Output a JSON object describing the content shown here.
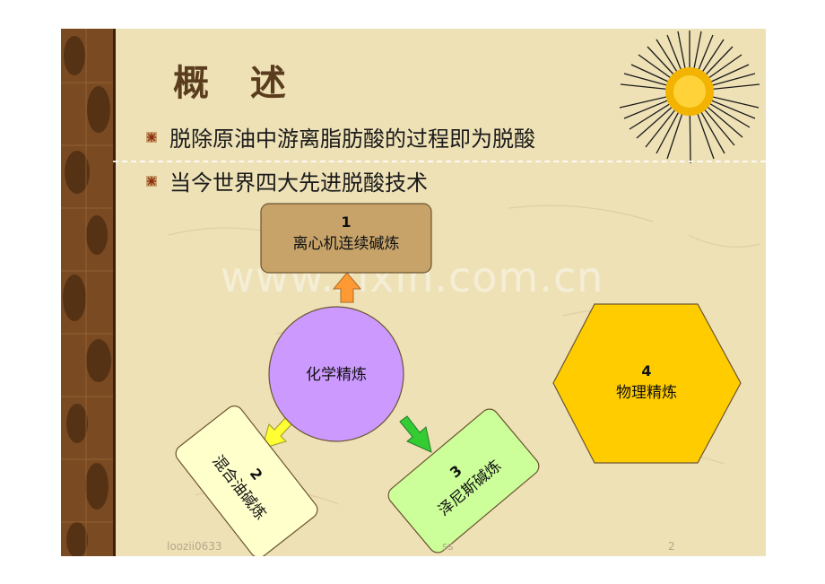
{
  "slide": {
    "title": "概 述",
    "bullets": [
      "脱除原油中游离脂肪酸的过程即为脱酸",
      "当今世界四大先进脱酸技术"
    ],
    "watermark": "www.zixin.com.cn"
  },
  "diagram": {
    "center": {
      "label": "化学精炼",
      "color": "#cc99ff"
    },
    "nodes": [
      {
        "number": "1",
        "label": "离心机连续碱炼",
        "color": "#c7a36a"
      },
      {
        "number": "2",
        "label": "混合油碱炼",
        "color": "#ffffcc"
      },
      {
        "number": "3",
        "label": "泽尼斯碱炼",
        "color": "#ccff99"
      },
      {
        "number": "4",
        "label": "物理精炼",
        "color": "#ffcc00"
      }
    ],
    "arrow_colors": {
      "up": "#ff9933",
      "left": "#ffff33",
      "right": "#33cc33"
    }
  },
  "footer": {
    "left": "loozii0633",
    "middle": "ss",
    "page_number": "2"
  },
  "colors": {
    "background": "#eee1b6",
    "left_band": "#7a4a22",
    "title": "#5a3d1e",
    "sun": "#f2b400"
  }
}
